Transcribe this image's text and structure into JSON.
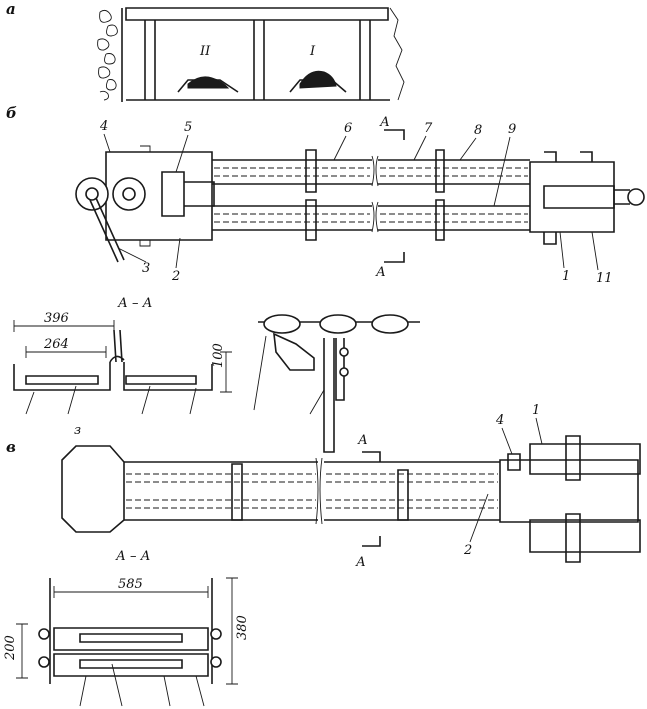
{
  "figure_a": {
    "label": "а",
    "chamber_left": "II",
    "chamber_right": "I"
  },
  "figure_b": {
    "label": "б",
    "callouts": [
      "4",
      "5",
      "6",
      "7",
      "8",
      "9",
      "1",
      "2",
      "3",
      "11"
    ],
    "section_marker": "А"
  },
  "section_b": {
    "title": "А – А",
    "dim_outer": "396",
    "dim_inner": "264",
    "dim_height": "100"
  },
  "figure_c": {
    "label": "в",
    "callouts": [
      "4",
      "1",
      "2"
    ],
    "end_mark": "з",
    "section_marker": "А"
  },
  "section_c": {
    "title": "А – А",
    "dim_width": "585",
    "dim_height_outer": "380",
    "dim_height_inner": "200"
  }
}
